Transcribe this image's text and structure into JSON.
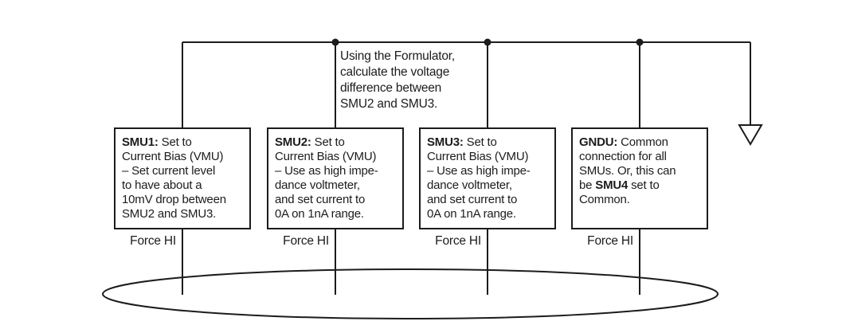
{
  "colors": {
    "ink": "#1c1c1c",
    "background": "#ffffff"
  },
  "annotation": {
    "line1": "Using the Formulator,",
    "line2": "calculate the voltage",
    "line3": "difference between",
    "line4": "SMU2 and SMU3."
  },
  "boxes": {
    "smu1": {
      "title": "SMU1:",
      "title_rest": " Set to",
      "line2": "Current Bias (VMU)",
      "line3": "– Set current level",
      "line4": "to have about a",
      "line5": "10mV drop between",
      "line6": "SMU2 and SMU3.",
      "force_label": "Force HI"
    },
    "smu2": {
      "title": "SMU2:",
      "title_rest": " Set to",
      "line2": "Current Bias (VMU)",
      "line3": "– Use as high impe-",
      "line4": "dance voltmeter,",
      "line5": "and set current to",
      "line6": "0A on 1nA range.",
      "force_label": "Force HI"
    },
    "smu3": {
      "title": "SMU3:",
      "title_rest": " Set to",
      "line2": "Current Bias (VMU)",
      "line3": "– Use as high impe-",
      "line4": "dance voltmeter,",
      "line5": "and set current to",
      "line6": "0A on 1nA range.",
      "force_label": "Force HI"
    },
    "gndu": {
      "title": "GNDU:",
      "title_rest": " Common",
      "line2": "connection for all",
      "line3": "SMUs. Or, this can",
      "line4_pre": "be ",
      "line4_bold": "SMU4",
      "line4_post": " set to",
      "line5": "Common.",
      "force_label": "Force HI"
    }
  }
}
